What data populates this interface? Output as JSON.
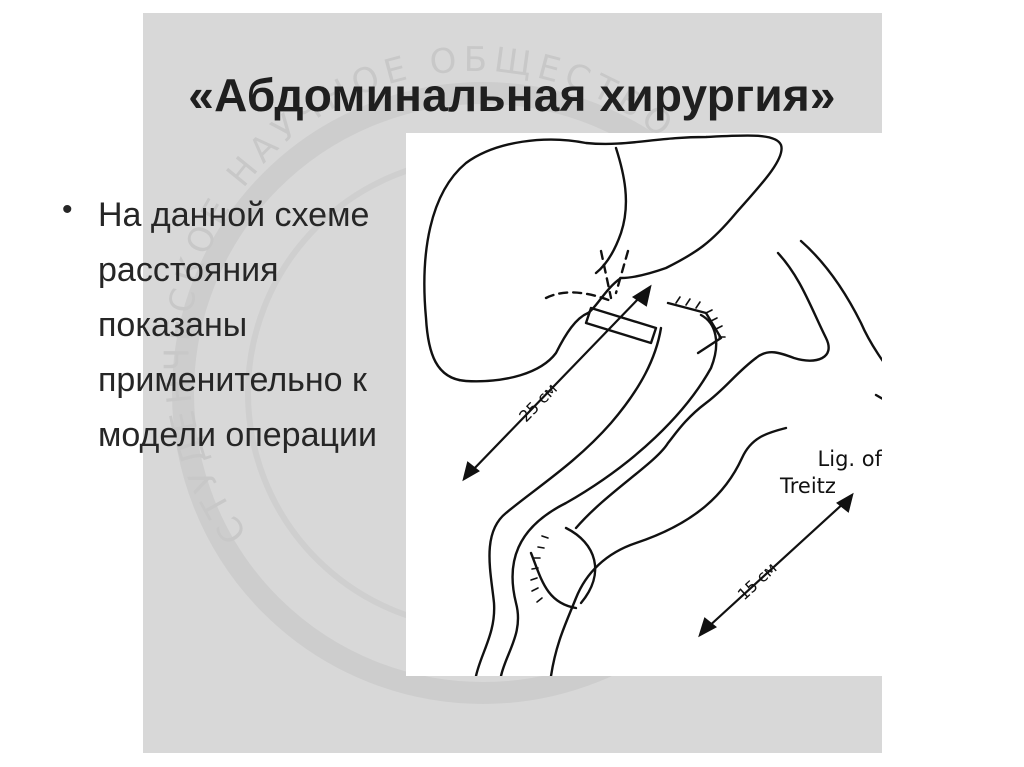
{
  "slide": {
    "title": "«Абдоминальная хирургия»",
    "bullet_text": "На данной схеме расстояния показаны применительно к модели операции"
  },
  "diagram": {
    "label_lig_line1": "Lig. of",
    "label_lig_line2": "Treitz",
    "dist_upper": "25 см",
    "dist_lower": "15 см"
  },
  "watermark": {
    "text": "СТУДЕНЧЕСКОЕ НАУЧНОЕ ОБЩЕСТВО"
  },
  "colors": {
    "slide_background": "#d8d8d8",
    "title_text": "#1f1f1f",
    "body_text": "#262626",
    "diagram_lines": "#111111"
  }
}
